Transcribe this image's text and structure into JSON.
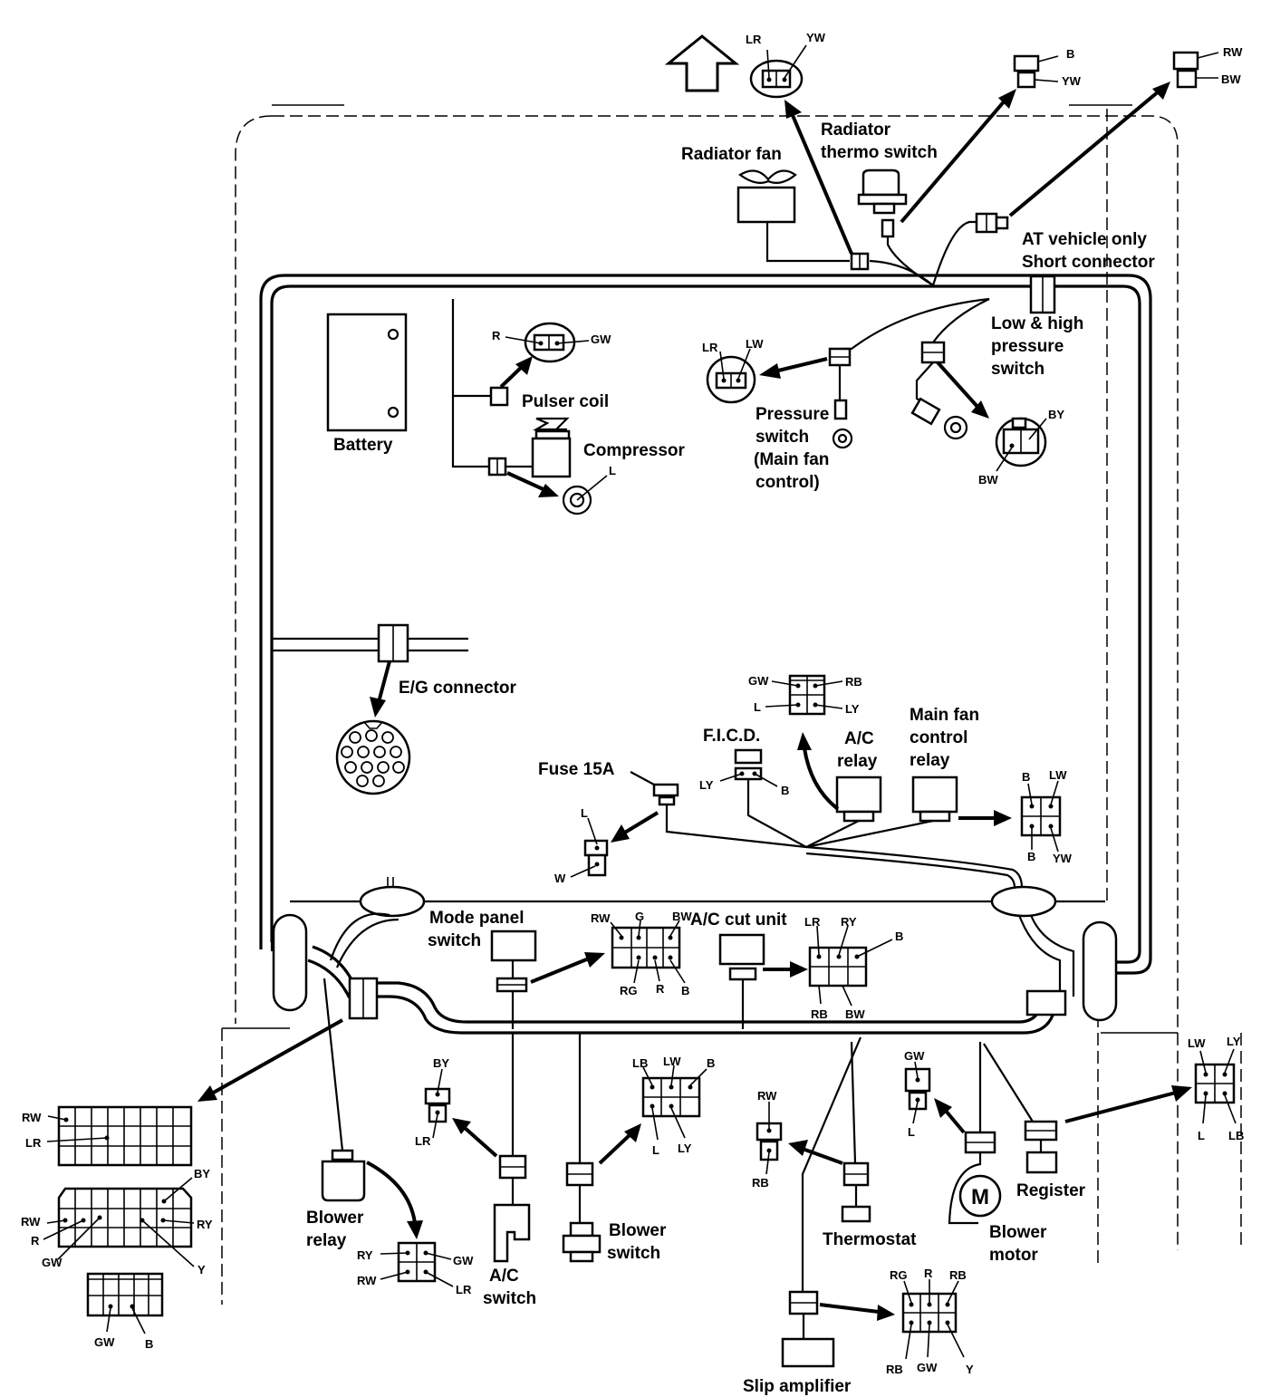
{
  "labels": {
    "radiator_fan": "Radiator fan",
    "radiator_thermo_switch": [
      "Radiator",
      "thermo switch"
    ],
    "at_vehicle_only": "AT vehicle only",
    "short_connector": "Short connector",
    "low_high_pressure_switch": [
      "Low & high",
      "pressure",
      "switch"
    ],
    "battery": "Battery",
    "pulser_coil": "Pulser coil",
    "compressor": "Compressor",
    "pressure_switch": [
      "Pressure",
      "switch",
      "(Main fan",
      "control)"
    ],
    "eg_connector": "E/G connector",
    "ficd": "F.I.C.D.",
    "ac_relay": [
      "A/C",
      "relay"
    ],
    "main_fan_control_relay": [
      "Main fan",
      "control",
      "relay"
    ],
    "fuse_15a": "Fuse 15A",
    "mode_panel_switch": [
      "Mode panel",
      "switch"
    ],
    "ac_cut_unit": "A/C cut unit",
    "blower_relay": [
      "Blower",
      "relay"
    ],
    "ac_switch": [
      "A/C",
      "switch"
    ],
    "blower_switch": [
      "Blower",
      "switch"
    ],
    "thermostat": "Thermostat",
    "blower_motor": [
      "Blower",
      "motor"
    ],
    "register": "Register",
    "slip_amplifier": "Slip amplifier",
    "motor_symbol": "M"
  },
  "wire_codes": {
    "radiator_fan_conn": [
      "LR",
      "YW"
    ],
    "thermo_switch_conn": [
      "B",
      "YW"
    ],
    "short_conn": [
      "RW",
      "BW"
    ],
    "pulser_coil_conn": [
      "R",
      "GW"
    ],
    "compressor_conn": [
      "L"
    ],
    "pressure_switch_conn": [
      "LR",
      "LW"
    ],
    "low_high_conn": [
      "BY",
      "BW"
    ],
    "ac_relay_conn": [
      "GW",
      "RB",
      "L",
      "LY"
    ],
    "ficd_conn": [
      "LY",
      "B"
    ],
    "fuse_conn": [
      "L",
      "W"
    ],
    "main_fan_relay_conn": [
      "B",
      "LW",
      "B",
      "YW"
    ],
    "mode_panel_conn": [
      "RW",
      "G",
      "BW",
      "RG",
      "R",
      "B"
    ],
    "ac_cut_conn": [
      "LR",
      "RY",
      "B",
      "RB",
      "BW"
    ],
    "big_conn_1": [
      "RW",
      "LR"
    ],
    "big_conn_2": [
      "BY",
      "RW",
      "R",
      "RY",
      "GW",
      "Y"
    ],
    "big_conn_3": [
      "GW",
      "B"
    ],
    "blower_relay_conn": [
      "RY",
      "GW",
      "RW",
      "LR"
    ],
    "ac_switch_conn": [
      "BY",
      "LR"
    ],
    "blower_switch_conn": [
      "LB",
      "LW",
      "B",
      "L",
      "LY"
    ],
    "thermostat_conn": [
      "RW",
      "RB"
    ],
    "blower_motor_conn": [
      "GW",
      "L"
    ],
    "register_conn": [
      "LW",
      "LY",
      "L",
      "LB"
    ],
    "slip_amp_conn": [
      "RG",
      "R",
      "RB",
      "RB",
      "GW",
      "Y"
    ]
  }
}
